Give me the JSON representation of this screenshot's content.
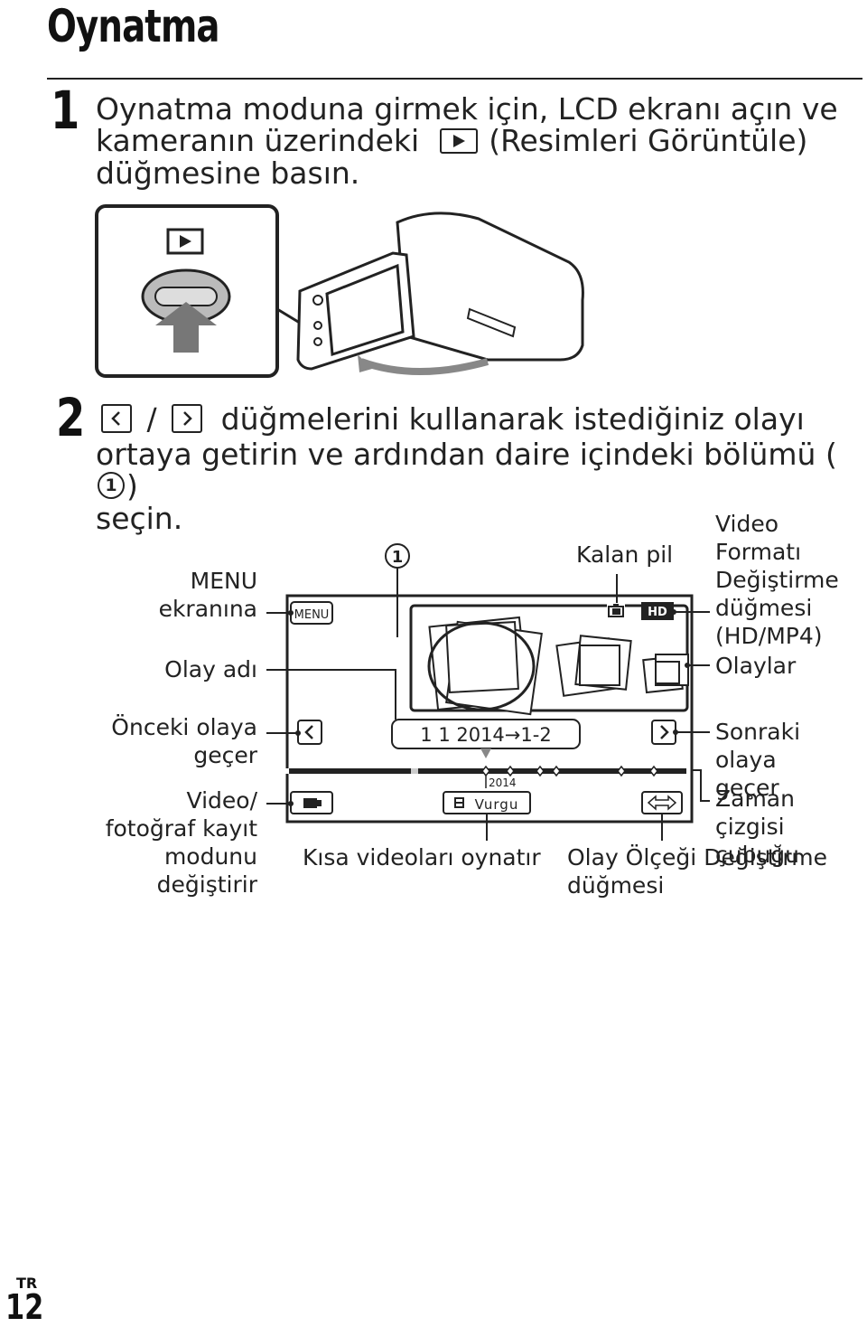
{
  "page": {
    "title": "Oynatma",
    "footer": {
      "lang": "TR",
      "page_number": "12"
    }
  },
  "step1": {
    "number": "1",
    "line1": "Oynatma moduna girmek için, LCD ekranı açın ve",
    "line2_before": "kameranın üzerindeki",
    "line2_after": "(Resimleri Görüntüle)",
    "line3": "düğmesine basın.",
    "icon": "play-icon"
  },
  "step2": {
    "number": "2",
    "slash": "/",
    "line1_after": "düğmelerini kullanarak istediğiniz olayı",
    "line2_before": "ortaya getirin ve ardından daire içindeki bölümü (",
    "line2_after": ")",
    "line3": "seçin.",
    "marker": "1"
  },
  "screen": {
    "menu_label": "MENU",
    "event_date": "1 1 2014→1-2",
    "timeline_year": "2014",
    "highlight_label": "Vurgu",
    "hd_label": "HD",
    "marker": "1"
  },
  "labels": {
    "menu_screen": [
      "MENU",
      "ekranına"
    ],
    "event_name": "Olay adı",
    "prev_event": [
      "Önceki olaya",
      "geçer"
    ],
    "record_mode": [
      "Video/",
      "fotoğraf kayıt",
      "modunu",
      "değiştirir"
    ],
    "battery": "Kalan pil",
    "video_format": [
      "Video",
      "Formatı",
      "Değiştirme",
      "düğmesi",
      "(HD/MP4)"
    ],
    "events": "Olaylar",
    "next_event": [
      "Sonraki olaya",
      "geçer"
    ],
    "timeline_bar": [
      "Zaman çizgisi",
      "çubuğu"
    ],
    "short_videos": "Kısa videoları oynatır",
    "scale_button": [
      "Olay Ölçeği Değiştirme",
      "düğmesi"
    ]
  }
}
